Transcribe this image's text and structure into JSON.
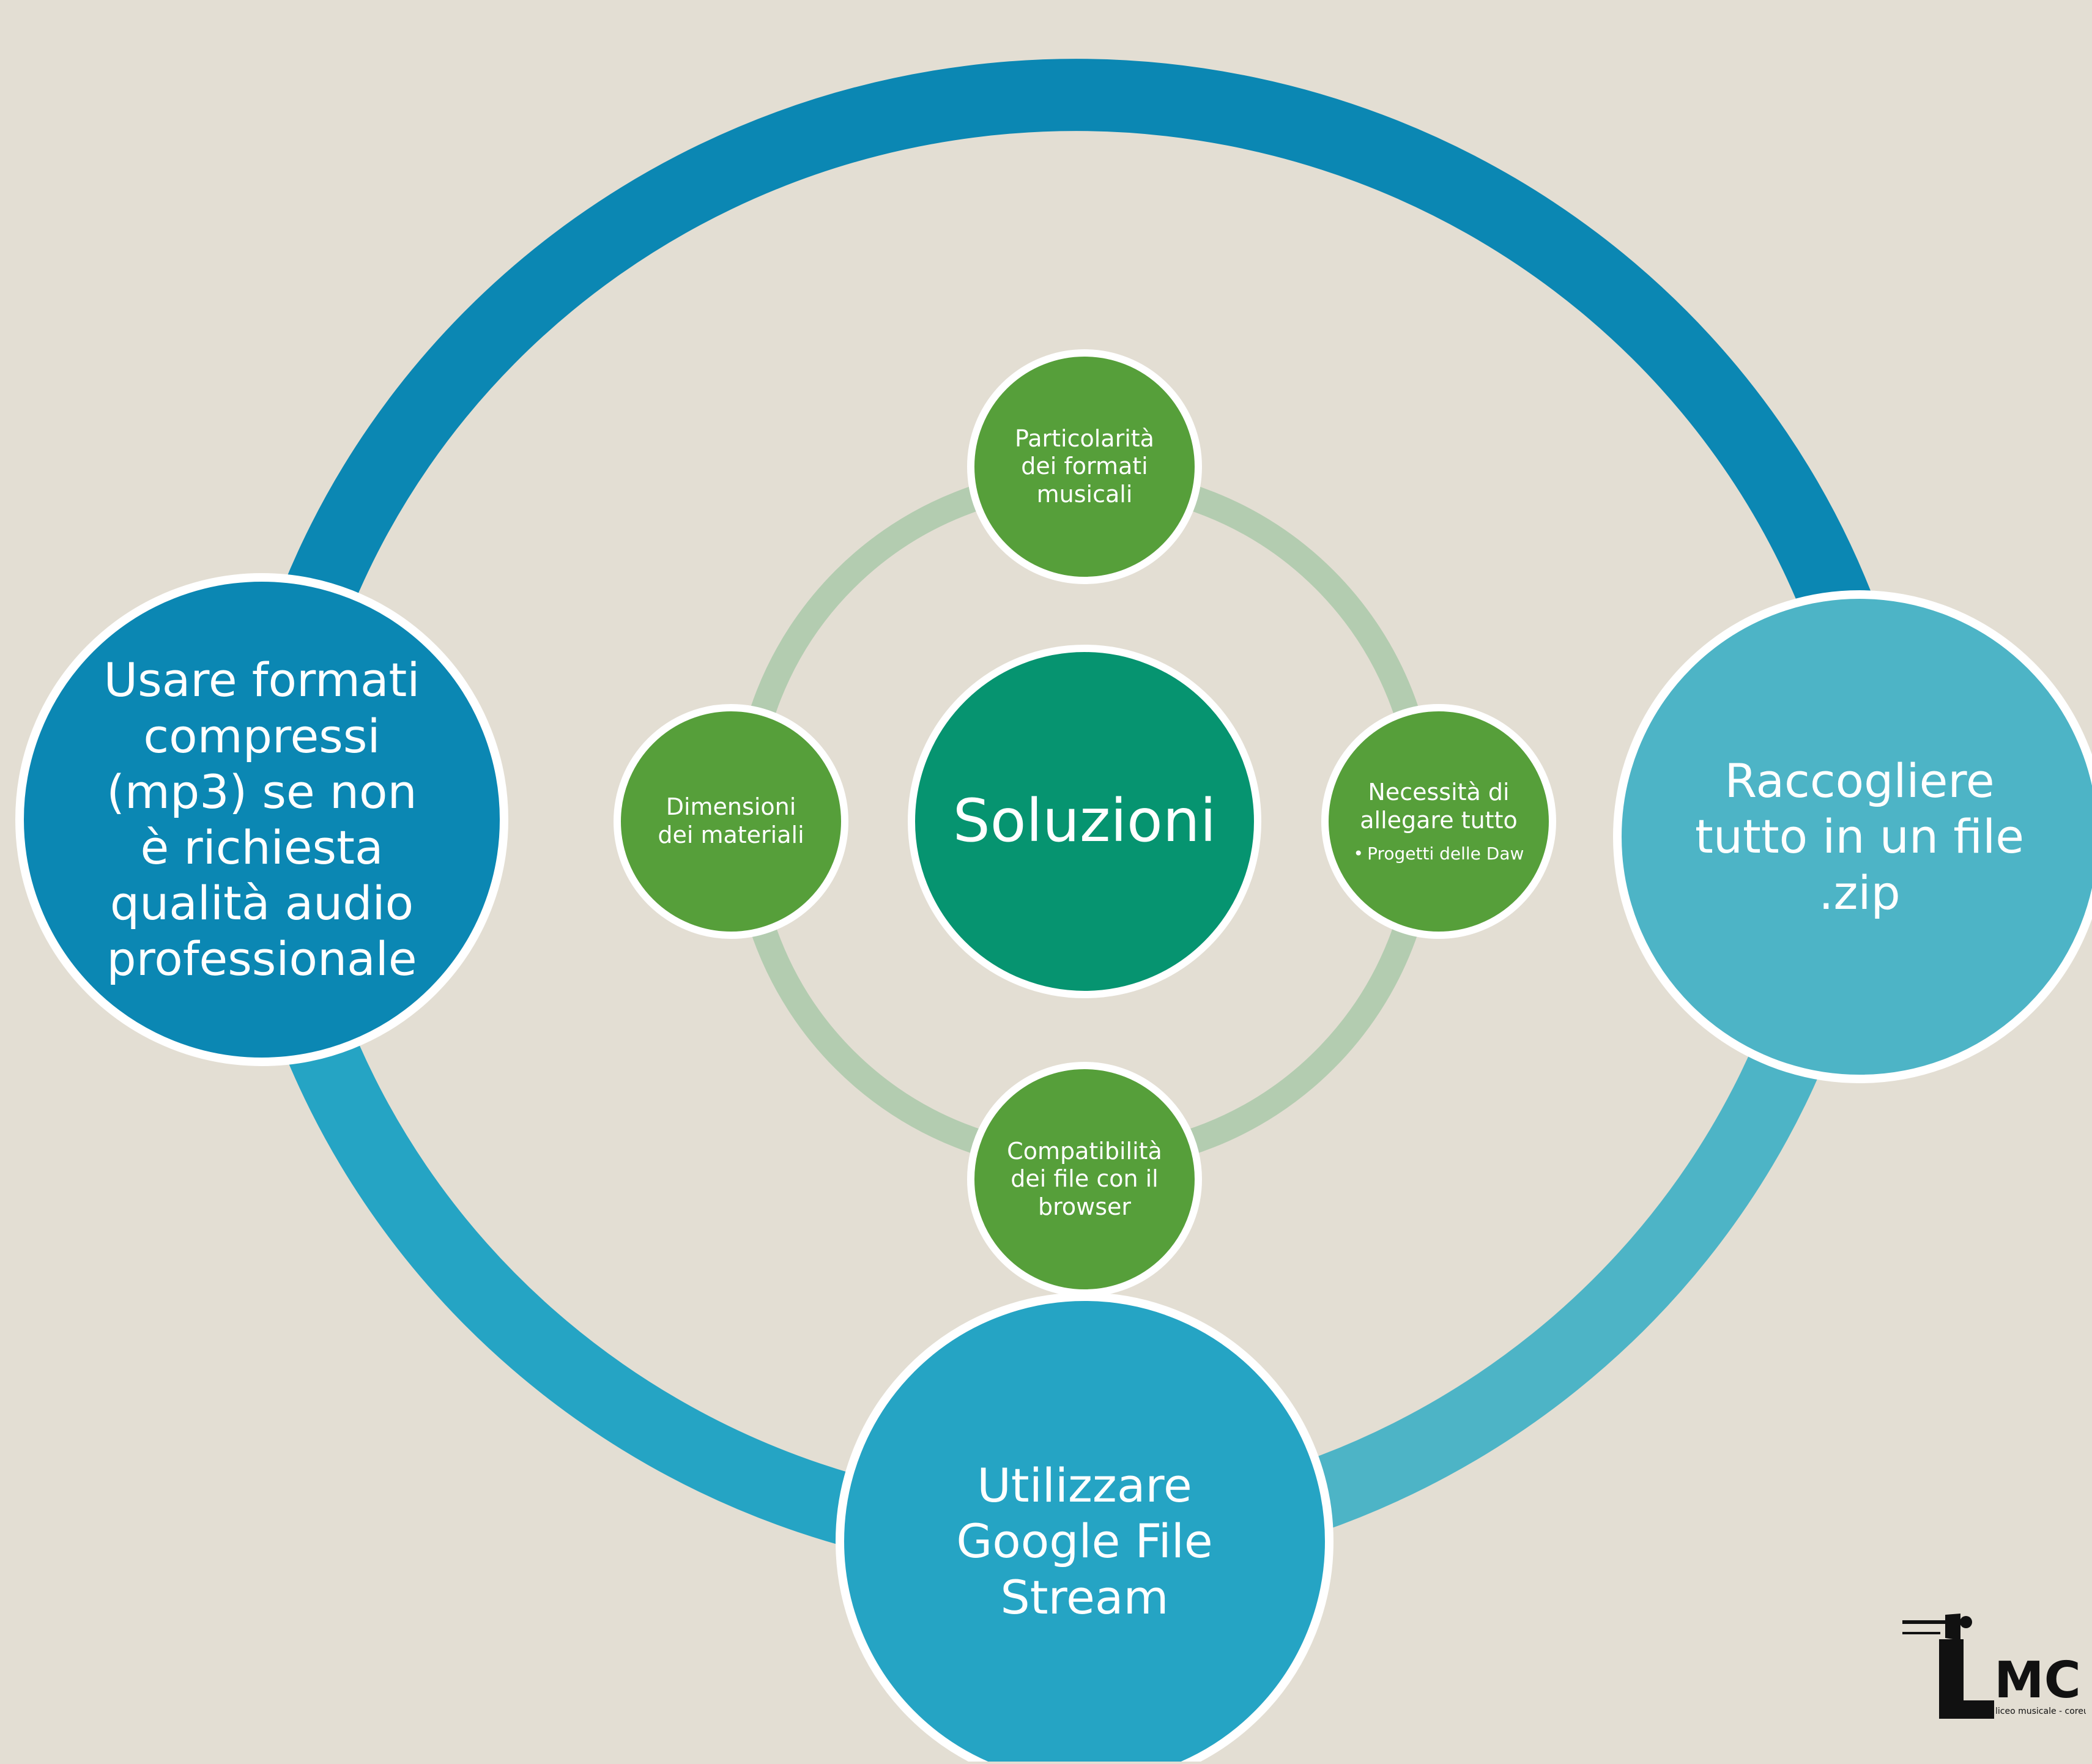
{
  "outer_nodes": {
    "left": "Usare formati compressi (mp3) se non è richiesta qualità audio professionale",
    "right": "Raccogliere tutto in un file .zip",
    "bottom": "Utilizzare Google File Stream"
  },
  "center": "Soluzioni",
  "inner_nodes": {
    "top": "Particolarità dei formati musicali",
    "left": "Dimensioni dei materiali",
    "right": "Necessità di allegare tutto",
    "right_sub": "Progetti delle Daw",
    "bottom": "Compatibilità dei file con il browser"
  },
  "logo": {
    "letters": "LMC",
    "caption": "liceo musicale - coreutico"
  },
  "colors": {
    "background": "#e3ded3",
    "outer_ring_top": "#0b87b3",
    "outer_ring_bottom_left": "#25a4c4",
    "outer_ring_right": "#4db4c6",
    "inner_ring": "#b3ccb0",
    "green_node": "#569f3a",
    "center_node": "#069470",
    "node_border": "#ffffff"
  }
}
